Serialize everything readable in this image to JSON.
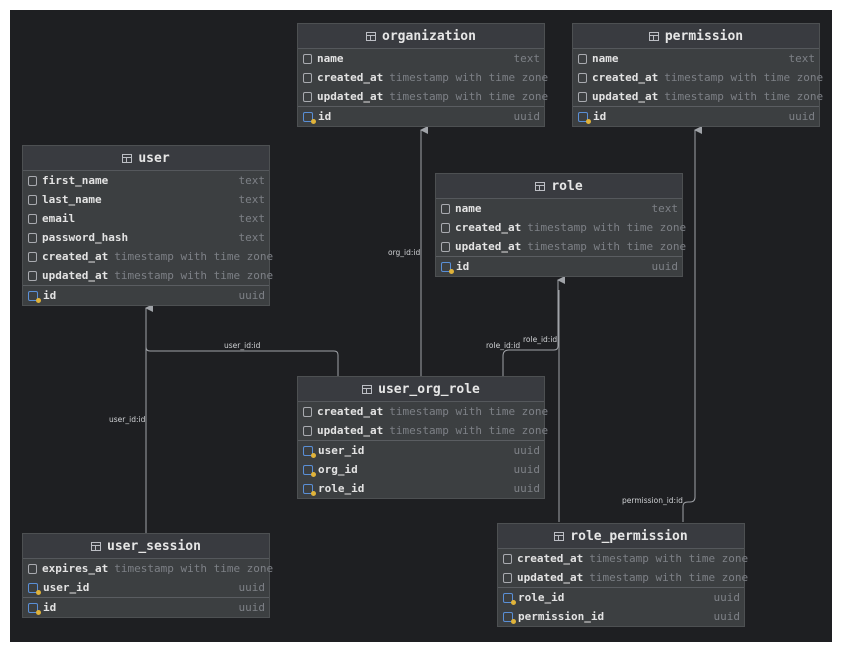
{
  "tables": {
    "organization": {
      "title": "organization",
      "columns": [
        {
          "name": "name",
          "type": "text"
        },
        {
          "name": "created_at",
          "type": "timestamp with time zone"
        },
        {
          "name": "updated_at",
          "type": "timestamp with time zone"
        }
      ],
      "keys": [
        {
          "name": "id",
          "type": "uuid"
        }
      ]
    },
    "permission": {
      "title": "permission",
      "columns": [
        {
          "name": "name",
          "type": "text"
        },
        {
          "name": "created_at",
          "type": "timestamp with time zone"
        },
        {
          "name": "updated_at",
          "type": "timestamp with time zone"
        }
      ],
      "keys": [
        {
          "name": "id",
          "type": "uuid"
        }
      ]
    },
    "user": {
      "title": "user",
      "columns": [
        {
          "name": "first_name",
          "type": "text"
        },
        {
          "name": "last_name",
          "type": "text"
        },
        {
          "name": "email",
          "type": "text"
        },
        {
          "name": "password_hash",
          "type": "text"
        },
        {
          "name": "created_at",
          "type": "timestamp with time zone"
        },
        {
          "name": "updated_at",
          "type": "timestamp with time zone"
        }
      ],
      "keys": [
        {
          "name": "id",
          "type": "uuid"
        }
      ]
    },
    "role": {
      "title": "role",
      "columns": [
        {
          "name": "name",
          "type": "text"
        },
        {
          "name": "created_at",
          "type": "timestamp with time zone"
        },
        {
          "name": "updated_at",
          "type": "timestamp with time zone"
        }
      ],
      "keys": [
        {
          "name": "id",
          "type": "uuid"
        }
      ]
    },
    "user_org_role": {
      "title": "user_org_role",
      "columns": [
        {
          "name": "created_at",
          "type": "timestamp with time zone"
        },
        {
          "name": "updated_at",
          "type": "timestamp with time zone"
        }
      ],
      "keys": [
        {
          "name": "user_id",
          "type": "uuid"
        },
        {
          "name": "org_id",
          "type": "uuid"
        },
        {
          "name": "role_id",
          "type": "uuid"
        }
      ]
    },
    "user_session": {
      "title": "user_session",
      "columns": [
        {
          "name": "expires_at",
          "type": "timestamp with time zone"
        },
        {
          "name": "user_id",
          "type": "uuid",
          "key": true
        }
      ],
      "keys": [
        {
          "name": "id",
          "type": "uuid"
        }
      ]
    },
    "role_permission": {
      "title": "role_permission",
      "columns": [
        {
          "name": "created_at",
          "type": "timestamp with time zone"
        },
        {
          "name": "updated_at",
          "type": "timestamp with time zone"
        }
      ],
      "keys": [
        {
          "name": "role_id",
          "type": "uuid"
        },
        {
          "name": "permission_id",
          "type": "uuid"
        }
      ]
    }
  },
  "relations": {
    "org": "org_id:id",
    "user_uor": "user_id:id",
    "role_uor": "role_id:id",
    "role_rp": "role_id:id",
    "user_session": "user_id:id",
    "permission_rp": "permission_id:id"
  },
  "colors": {
    "canvas": "#1e1f22",
    "table": "#3c3f41",
    "edge": "#a0a3a8",
    "key_icon": "#5a8fd6"
  }
}
